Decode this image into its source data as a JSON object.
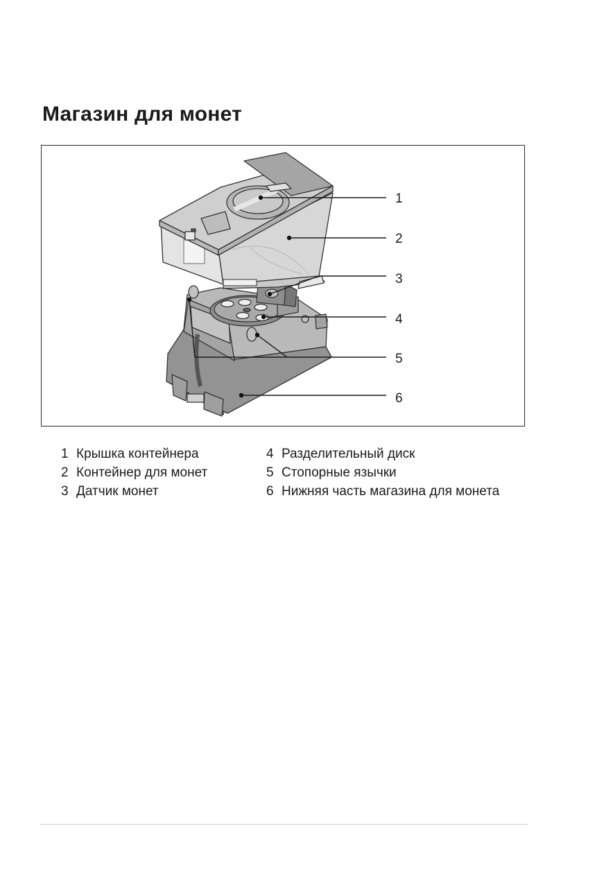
{
  "page": {
    "title": "Магазин для монет"
  },
  "figure": {
    "callouts": [
      "1",
      "2",
      "3",
      "4",
      "5",
      "6"
    ]
  },
  "legend": {
    "left": [
      {
        "num": "1",
        "text": "Крышка контейнера"
      },
      {
        "num": "2",
        "text": "Контейнер для монет"
      },
      {
        "num": "3",
        "text": "Датчик монет"
      }
    ],
    "right": [
      {
        "num": "4",
        "text": "Разделительный диск"
      },
      {
        "num": "5",
        "text": "Стопорные язычки"
      },
      {
        "num": "6",
        "text": "Нижняя часть магазина для монета"
      }
    ]
  }
}
